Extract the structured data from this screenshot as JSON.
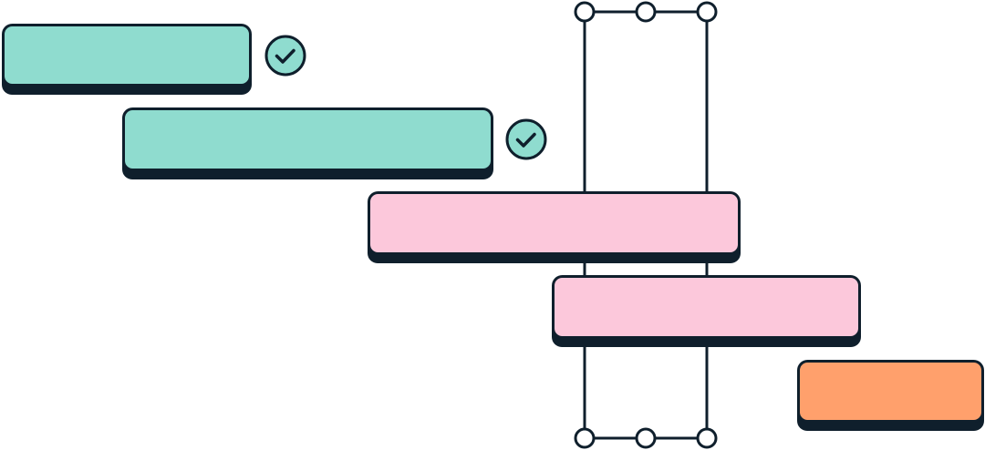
{
  "colors": {
    "outline": "#0f1f2c",
    "done": "#8fdccf",
    "in_progress": "#fcc8db",
    "upcoming": "#ffa06c",
    "background": "#ffffff"
  },
  "tasks": [
    {
      "status": "done",
      "completed": true,
      "color": "#8fdccf"
    },
    {
      "status": "done",
      "completed": true,
      "color": "#8fdccf"
    },
    {
      "status": "in_progress",
      "completed": false,
      "color": "#fcc8db"
    },
    {
      "status": "in_progress",
      "completed": false,
      "color": "#fcc8db"
    },
    {
      "status": "upcoming",
      "completed": false,
      "color": "#ffa06c"
    }
  ],
  "icons": {
    "completed": "checkmark-circle-icon",
    "range_handle": "circle-handle-icon"
  },
  "selection": {
    "top_handles": 3,
    "bottom_handles": 3
  }
}
